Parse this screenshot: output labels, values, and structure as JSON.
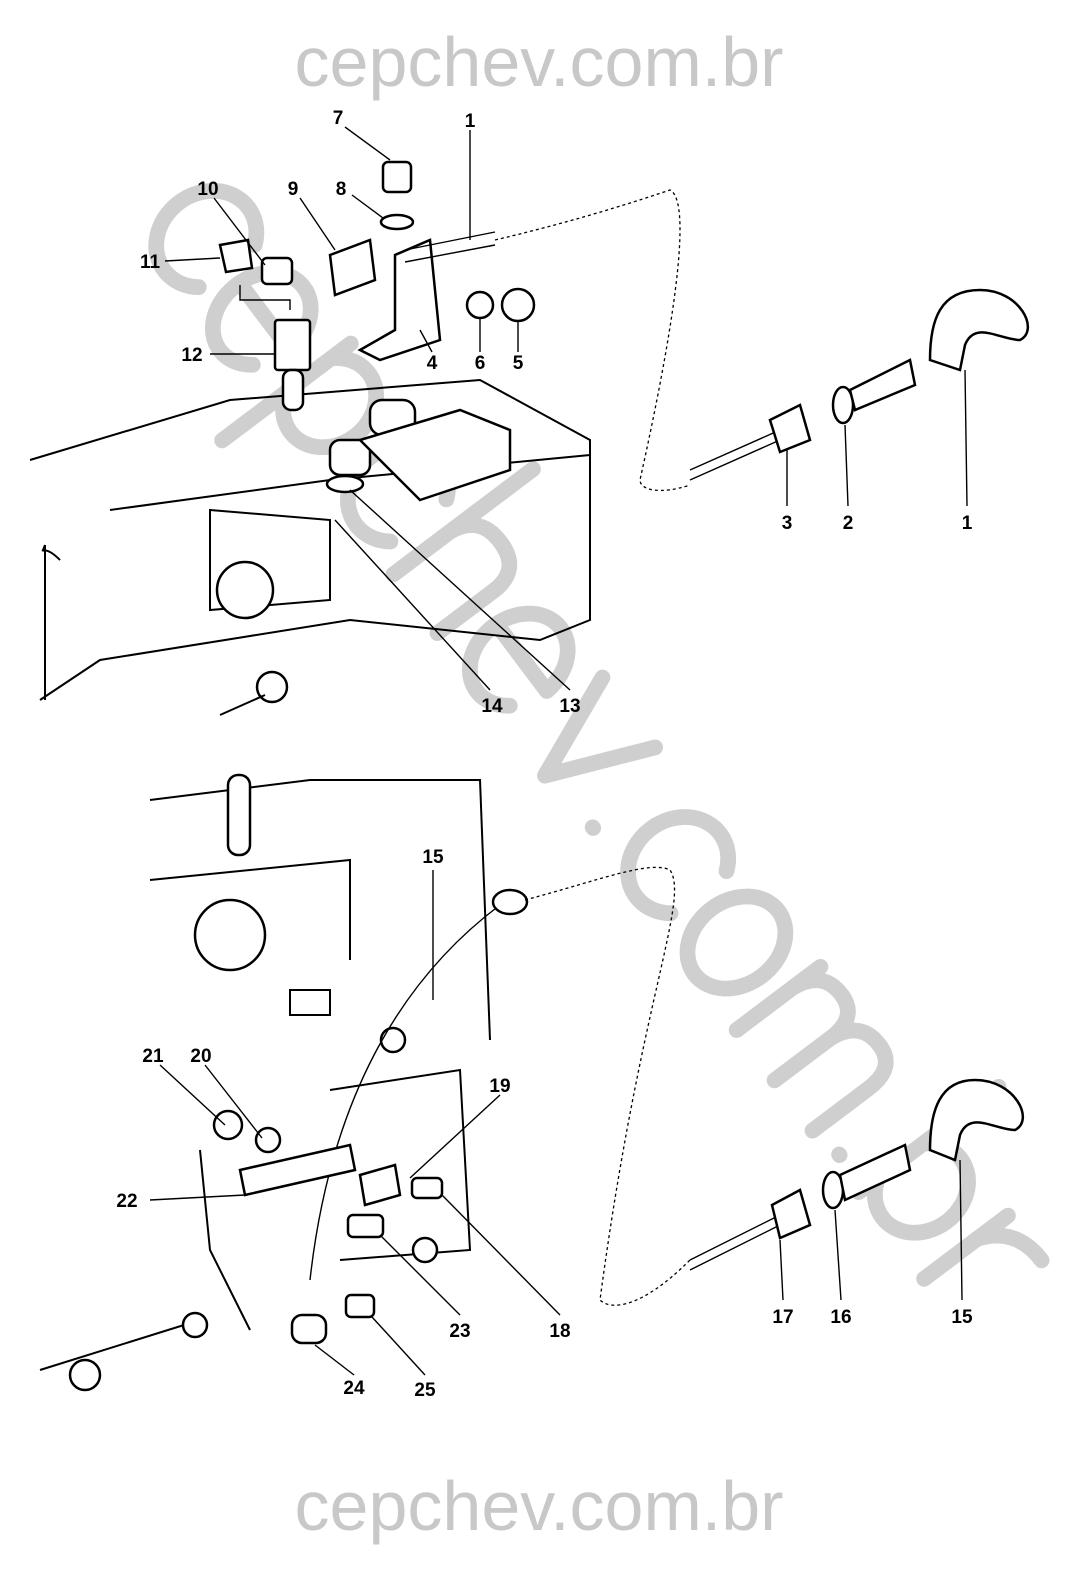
{
  "watermark": {
    "top": "cepchev.com.br",
    "bottom": "cepchev.com.br",
    "diagonal": "cepchev.com.br"
  },
  "labels": {
    "l1a": "1",
    "l7": "7",
    "l8": "8",
    "l10": "10",
    "l9": "9",
    "l11": "11",
    "l12": "12",
    "l6": "6",
    "l5": "5",
    "l4": "4",
    "l3": "3",
    "l2": "2",
    "l1b": "1",
    "l14": "14",
    "l13": "13",
    "l15a": "15",
    "l21": "21",
    "l20": "20",
    "l19": "19",
    "l22": "22",
    "l23": "23",
    "l18": "18",
    "l17": "17",
    "l16": "16",
    "l15b": "15",
    "l24": "24",
    "l25": "25"
  }
}
